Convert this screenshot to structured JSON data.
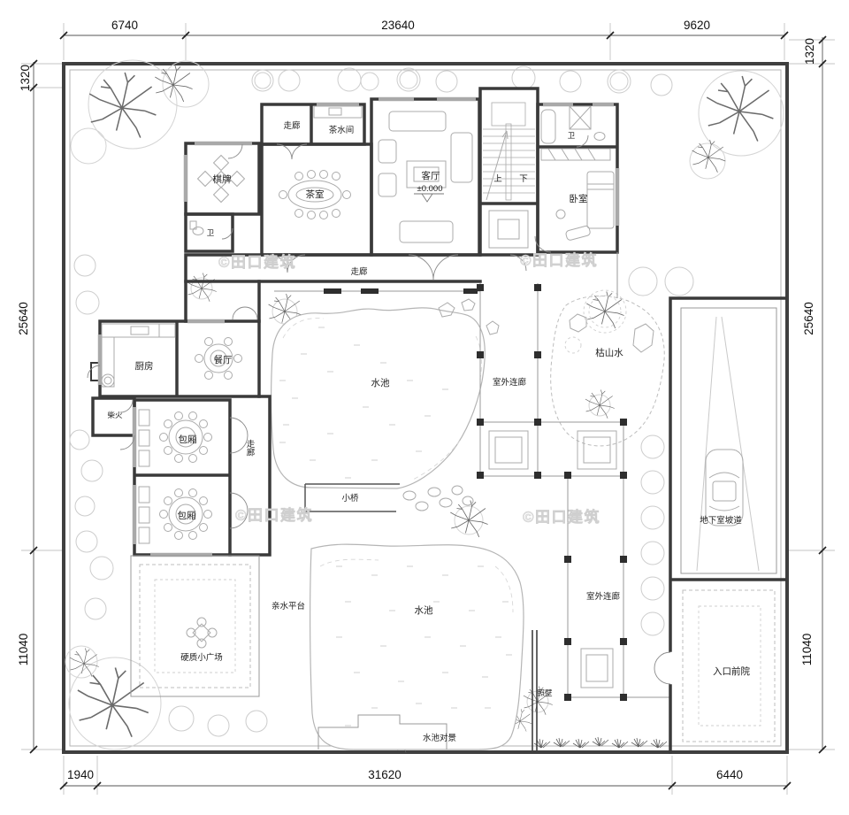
{
  "watermark": {
    "text": "©田口建筑"
  },
  "dimensions": {
    "top": [
      "6740",
      "23640",
      "9620"
    ],
    "bottom": [
      "1940",
      "31620",
      "6440"
    ],
    "left": [
      "1320",
      "25640",
      "11040"
    ],
    "right": [
      "1320",
      "25640",
      "11040"
    ]
  },
  "rooms": {
    "corridor_top": "走廊",
    "tea_pantry": "茶水间",
    "living_room": "客厅",
    "floor_level": "±0.000",
    "stair_up": "上",
    "stair_down": "下",
    "bath_right": "卫",
    "bedroom": "卧室",
    "chess_room": "棋牌",
    "tea_room": "茶室",
    "bath_left": "卫",
    "corridor_main": "走廊",
    "kitchen": "厨房",
    "dining_room": "餐厅",
    "firewood": "柴火",
    "private_room_1": "包厢",
    "corridor_left": "走廊",
    "private_room_2": "包厢"
  },
  "site": {
    "pond_upper": "水池",
    "bridge": "小桥",
    "outdoor_corridor_upper": "室外连廊",
    "dry_landscape": "枯山水",
    "basement_ramp": "地下室坡道",
    "waterfront_platform": "亲水平台",
    "plaza": "硬质小广场",
    "pond_lower": "水池",
    "outdoor_corridor_lower": "室外连廊",
    "screen_wall": "照壁",
    "pond_view": "水池对景",
    "entrance_yard": "入口前院"
  }
}
